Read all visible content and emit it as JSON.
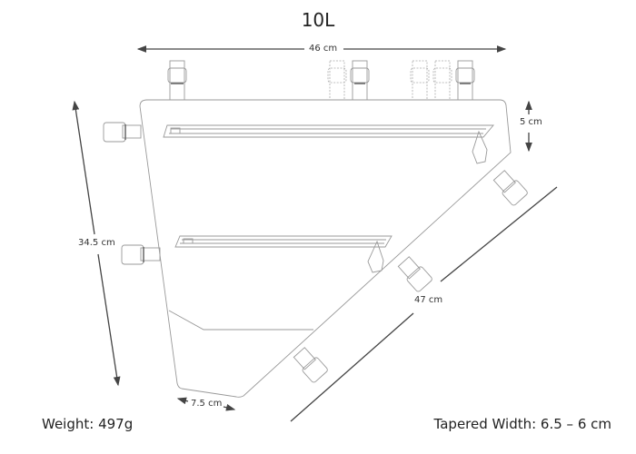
{
  "title": "10L",
  "dimensions": {
    "length": "46 cm",
    "height": "34.5 cm",
    "top_depth": "5 cm",
    "diagonal": "47 cm",
    "bottom": "7.5 cm"
  },
  "footer": {
    "weight": "Weight: 497g",
    "width": "Tapered Width: 6.5 – 6 cm"
  }
}
